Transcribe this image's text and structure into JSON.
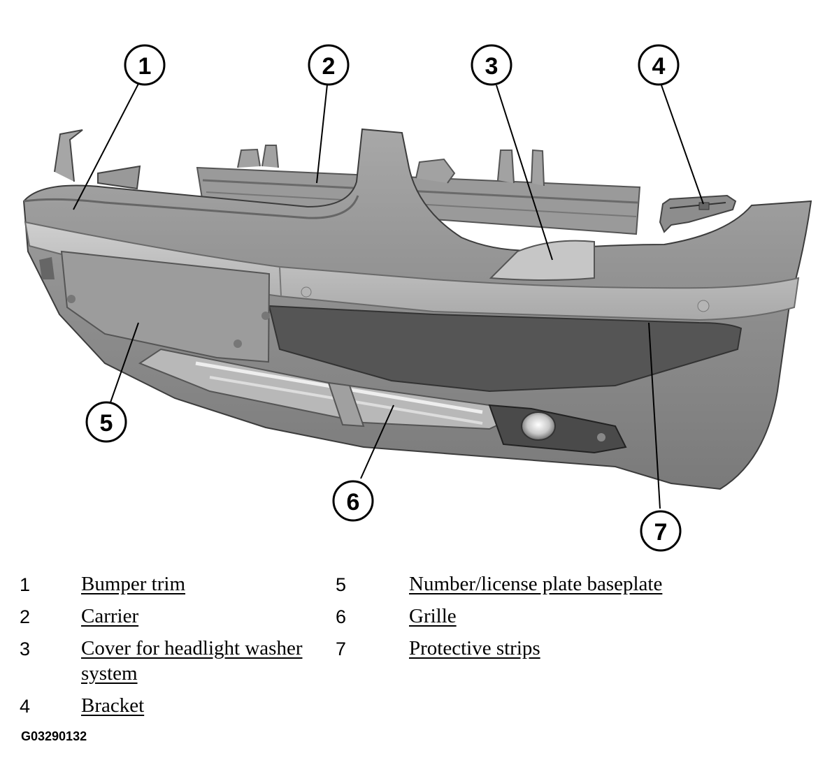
{
  "callouts": [
    {
      "number": "1",
      "label": "Bumper trim"
    },
    {
      "number": "2",
      "label": "Carrier"
    },
    {
      "number": "3",
      "label": "Cover for headlight washer system"
    },
    {
      "number": "4",
      "label": "Bracket"
    },
    {
      "number": "5",
      "label": "Number/license plate baseplate"
    },
    {
      "number": "6",
      "label": "Grille"
    },
    {
      "number": "7",
      "label": "Protective strips"
    }
  ],
  "legend_text": {
    "item3_line1": "Cover for headlight washer",
    "item3_line2": "system"
  },
  "figure_code": "G03290132"
}
